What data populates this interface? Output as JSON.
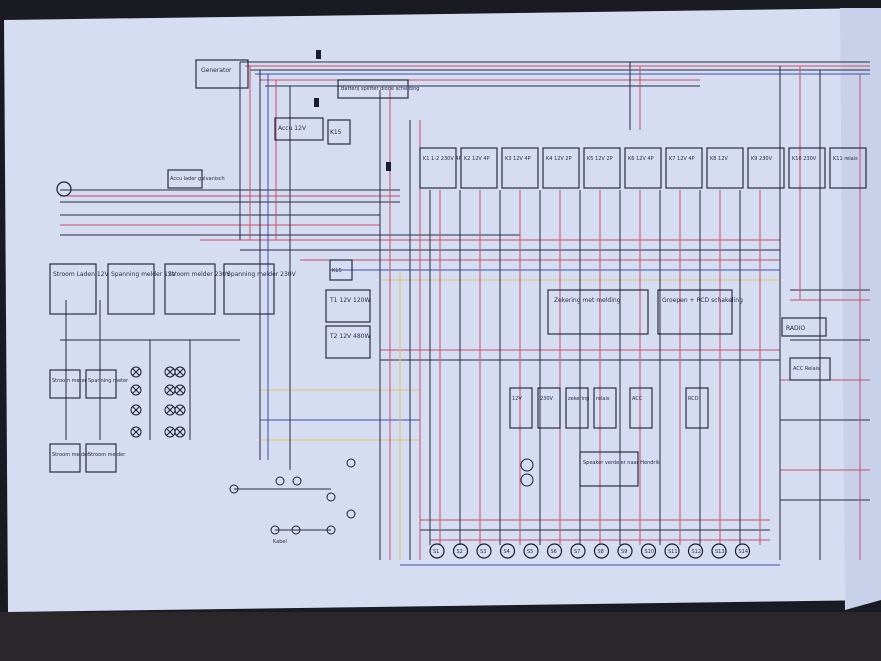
{
  "title": "",
  "colors": {
    "paper": "#d6dcf2",
    "background": "#1a1a22",
    "wire_black": "#2a2a40",
    "wire_red": "#c0506a",
    "wire_yellow": "#d9c36a",
    "wire_blue": "#3b4fa0"
  },
  "labels": {
    "generator": "Generator",
    "battery_switch": "Batterij splitter diode scheiding",
    "accu": "Accu 12V",
    "fuse": "K15",
    "cutoff": "Accu lader galvanisch",
    "relays": [
      "K1 1-2 230V 4P",
      "K2 12V 4P",
      "K3 12V 4P",
      "K4 12V 2P",
      "K5 12V 2P",
      "K6 12V 4P",
      "K7 12V 4P",
      "K8 12V",
      "K9 230V",
      "K10 230V",
      "K11 relais"
    ],
    "psu1": "Stroom Laden 12V",
    "psu2": "Spanning melder 12V",
    "psu3": "Stroom melder 230V",
    "psu4": "Spanning melder 230V",
    "k15b": "K15",
    "t1": "T1 12V 120W",
    "t2": "T2 12V 480W",
    "panel_main": "Zekering met melding",
    "panel_right": "Groepen + RCD schakeling",
    "radio": "RADIO",
    "acc_relais": "ACC Relais",
    "sub_boxes": [
      "12V",
      "230V",
      "zekering",
      "relais",
      "ACC",
      "RCD"
    ],
    "speaker": "Speaker verdeler naar Hendrik",
    "left_boxes": [
      "Stroom meter",
      "Spanning meter"
    ],
    "lower_boxes": [
      "Stroom melder",
      "Stroom melder"
    ],
    "bottom_label": "Kabel",
    "terminals": [
      "S1",
      "S2",
      "S3",
      "S4",
      "S5",
      "S6",
      "S7",
      "S8",
      "S9",
      "S10",
      "S11",
      "S12",
      "S13",
      "S14"
    ]
  }
}
